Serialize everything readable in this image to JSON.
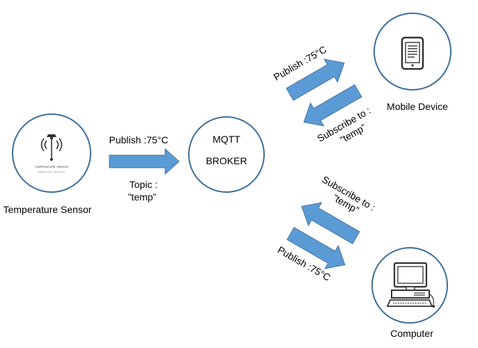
{
  "colors": {
    "circle_stroke": "#3D6E99",
    "arrow_fill": "#5B9BD5",
    "arrow_stroke": "#41719C",
    "text": "#000000"
  },
  "nodes": {
    "sensor": {
      "label": "Temperature Sensor",
      "image_caption": "TEMPERATURE SENSOR",
      "image_subcaption": "HLABEXCOIN IoT  |  SENSOR KIT",
      "icon": "temperature-sensor-icon"
    },
    "broker": {
      "line1": "MQTT",
      "line2": "BROKER"
    },
    "mobile": {
      "label": "Mobile Device",
      "icon": "mobile-device-icon"
    },
    "computer": {
      "label": "Computer",
      "icon": "computer-icon"
    }
  },
  "edges": {
    "sensor_to_broker": {
      "publish": "Publish :75°C",
      "topic_line1": "Topic :",
      "topic_line2": "”temp”"
    },
    "broker_to_mobile": {
      "publish": "Publish :75°C"
    },
    "mobile_subscribe": {
      "line1": "Subscribe to :",
      "line2": "”temp”"
    },
    "computer_subscribe": {
      "line1": "Subscribe to :",
      "line2": "”temp”"
    },
    "broker_to_computer": {
      "publish": "Publish :75°C"
    }
  }
}
